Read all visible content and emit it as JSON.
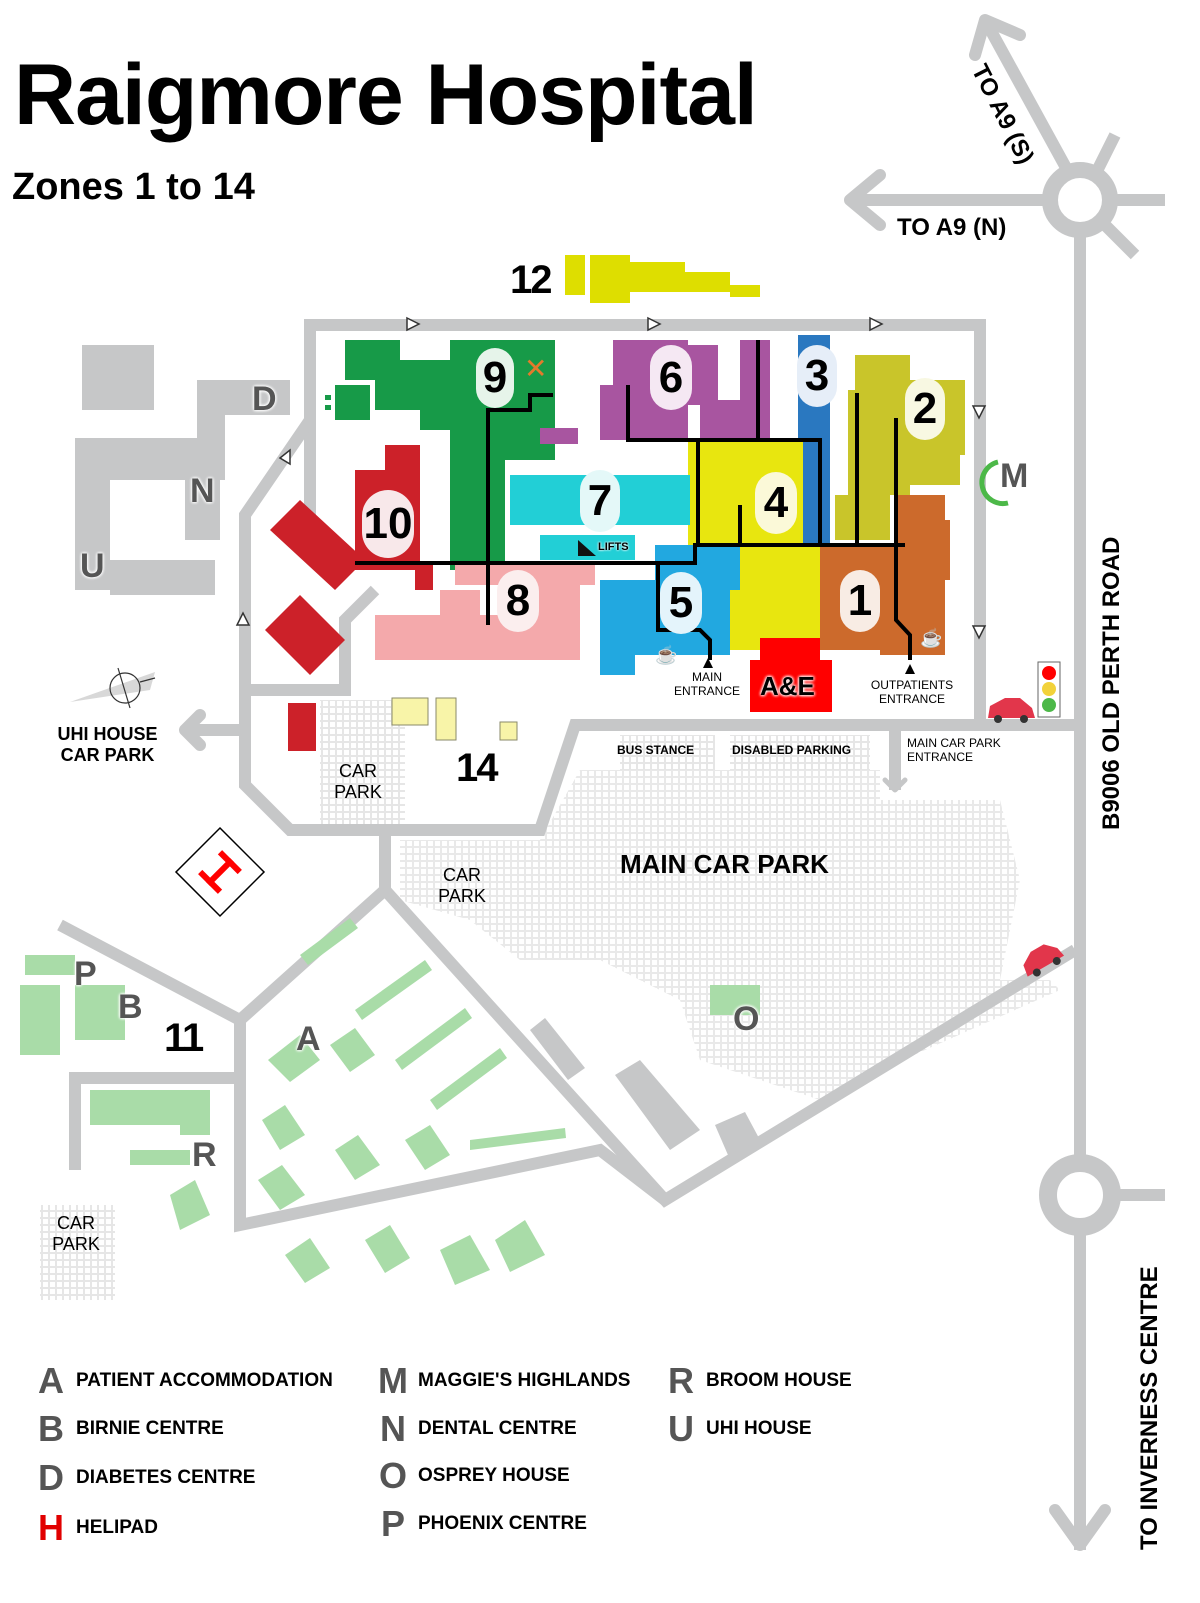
{
  "header": {
    "title": "Raigmore Hospital",
    "subtitle": "Zones 1 to 14"
  },
  "roads": {
    "to_a9_south": "TO A9 (S)",
    "to_a9_north": "TO A9 (N)",
    "old_perth_road": "B9006  OLD PERTH ROAD",
    "to_inverness": "TO INVERNESS CENTRE",
    "uhi_car_park": [
      "UHI HOUSE",
      "CAR PARK"
    ]
  },
  "zones": {
    "z1": "1",
    "z2": "2",
    "z3": "3",
    "z4": "4",
    "z5": "5",
    "z6": "6",
    "z7": "7",
    "z8": "8",
    "z9": "9",
    "z10": "10",
    "z11": "11",
    "z12": "12",
    "z14": "14"
  },
  "zone_colors": {
    "z1": "#cc6a2c",
    "z2": "#c9c52a",
    "z3": "#2a78c0",
    "z4": "#e8e60f",
    "z5": "#22a8e0",
    "z6": "#a855a0",
    "z7": "#22cfd6",
    "z8": "#f4a9ab",
    "z9": "#179a48",
    "z10": "#cc2129",
    "z12": "#dede00",
    "z14": "#f8f4a8",
    "ae": "#ff0000",
    "residential": "#a9dca8",
    "other": "#c6c7c8"
  },
  "buildings": {
    "A": "A",
    "B": "B",
    "D": "D",
    "M": "M",
    "N": "N",
    "O": "O",
    "P": "P",
    "R": "R",
    "U": "U"
  },
  "labels": {
    "lifts": "LIFTS",
    "ae": "A&E",
    "main_entrance": [
      "MAIN",
      "ENTRANCE"
    ],
    "outpatients_entrance": [
      "OUTPATIENTS",
      "ENTRANCE"
    ],
    "bus_stance": "BUS STANCE",
    "disabled_parking": "DISABLED PARKING",
    "main_car_park_entrance": [
      "MAIN CAR PARK",
      "ENTRANCE"
    ],
    "main_car_park": "MAIN CAR PARK",
    "car_park": [
      "CAR",
      "PARK"
    ]
  },
  "icons": {
    "restaurant": "fork-knife-icon",
    "cafe": "coffee-cup-icon",
    "car": "car-icon",
    "traffic_light": "traffic-light-icon",
    "helipad": "helipad-icon",
    "compass": "compass-icon"
  },
  "legend": [
    {
      "letter": "A",
      "text": "PATIENT ACCOMMODATION"
    },
    {
      "letter": "B",
      "text": "BIRNIE CENTRE"
    },
    {
      "letter": "D",
      "text": "DIABETES CENTRE"
    },
    {
      "letter": "H",
      "text": "HELIPAD",
      "color": "#e10000"
    },
    {
      "letter": "M",
      "text": "MAGGIE'S HIGHLANDS"
    },
    {
      "letter": "N",
      "text": "DENTAL CENTRE"
    },
    {
      "letter": "O",
      "text": "OSPREY HOUSE"
    },
    {
      "letter": "P",
      "text": "PHOENIX CENTRE"
    },
    {
      "letter": "R",
      "text": "BROOM HOUSE"
    },
    {
      "letter": "U",
      "text": "UHI HOUSE"
    }
  ]
}
